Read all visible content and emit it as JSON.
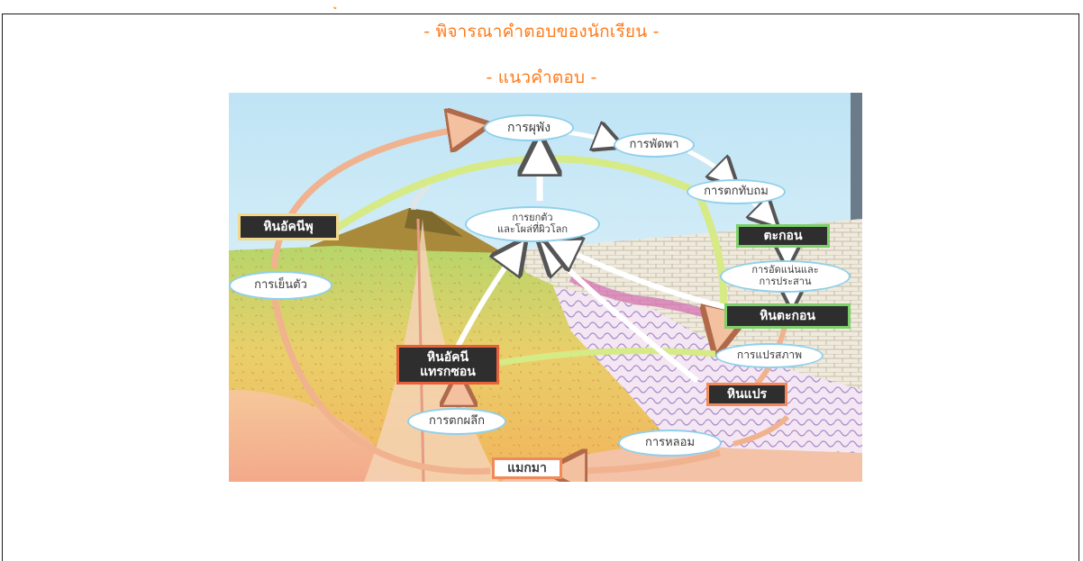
{
  "page": {
    "heading_1": "- พิจารณาคำตอบของนักเรียน -",
    "heading_2": "- แนวคำตอบ -"
  },
  "diagram": {
    "labels": {
      "weathering": "การผุพัง",
      "transport": "การพัดพา",
      "deposition": "การตกทับถม",
      "sediment": "ตะกอน",
      "compaction": [
        "การอัดแน่นและ",
        "การประสาน"
      ],
      "sedimentary_rock": "หินตะกอน",
      "metamorphism": "การแปรสภาพ",
      "metamorphic_rock": "หินแปร",
      "melting": "การหลอม",
      "magma": "แมกมา",
      "crystallization": "การตกผลึก",
      "intrusive_rock": [
        "หินอัคนี",
        "แทรกซอน"
      ],
      "cooling": "การเย็นตัว",
      "extrusive_rock": "หินอัคนีพุ",
      "uplift": [
        "การยกตัว",
        "และโผล่ที่ผิวโลก"
      ]
    }
  }
}
